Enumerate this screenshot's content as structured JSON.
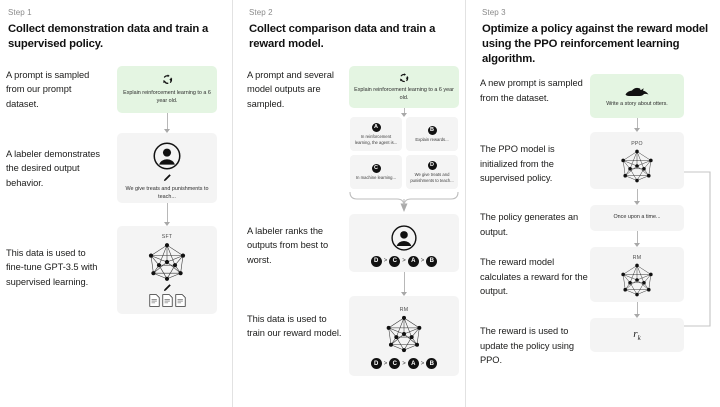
{
  "colors": {
    "prompt_box_green": "#e4f5e2",
    "card_gray": "#f4f4f4",
    "divider": "#e2e2e2",
    "arrow": "#b8b8b8",
    "badge": "#111111"
  },
  "steps": [
    {
      "step_label": "Step 1",
      "title": "Collect demonstration data and train a supervised policy.",
      "rows": [
        {
          "caption": "A prompt is sampled from our prompt dataset.",
          "card_text": "Explain reinforcement learning to a 6 year old.",
          "icon": "recycle-icon"
        },
        {
          "caption": "A labeler demonstrates the desired output behavior.",
          "card_text": "We give treats and punishments to teach...",
          "icon": "labeler-icon"
        },
        {
          "caption": "This data is used to fine-tune GPT-3.5 with supervised learning.",
          "net_label": "SFT",
          "icon": "neural-network-icon"
        }
      ]
    },
    {
      "step_label": "Step 2",
      "title": "Collect comparison data and train a reward model.",
      "rows": [
        {
          "caption": "A prompt and several model outputs are sampled.",
          "card_text": "Explain reinforcement learning to a 6 year old.",
          "icon": "recycle-icon",
          "outputs": [
            {
              "letter": "A",
              "text": "In reinforcement learning, the agent is..."
            },
            {
              "letter": "B",
              "text": "Explain rewards..."
            },
            {
              "letter": "C",
              "text": "In machine learning..."
            },
            {
              "letter": "D",
              "text": "We give treats and punishments to teach..."
            }
          ]
        },
        {
          "caption": "A labeler ranks the outputs from best to worst.",
          "icon": "labeler-icon",
          "ranking": [
            "D",
            "C",
            "A",
            "B"
          ],
          "ranking_separator": ">"
        },
        {
          "caption": "This data is used to train our reward model.",
          "net_label": "RM",
          "icon": "neural-network-icon",
          "ranking": [
            "D",
            "C",
            "A",
            "B"
          ],
          "ranking_separator": ">"
        }
      ]
    },
    {
      "step_label": "Step 3",
      "title": "Optimize a policy against the reward model using the PPO reinforcement learning algorithm.",
      "rows": [
        {
          "caption": "A new prompt is sampled from the dataset.",
          "card_text": "Write a story about otters.",
          "icon": "otter-icon"
        },
        {
          "caption": "The PPO model is initialized from the supervised policy.",
          "net_label": "PPO",
          "icon": "neural-network-icon"
        },
        {
          "caption": "The policy generates an output.",
          "card_text": "Once upon a time...",
          "icon": "text-output-icon"
        },
        {
          "caption": "The reward model calculates a reward for the output.",
          "net_label": "RM",
          "icon": "neural-network-icon"
        },
        {
          "caption": "The reward is used to update the policy using PPO.",
          "reward_symbol": "r",
          "reward_subscript": "k",
          "icon": "reward-value-icon"
        }
      ]
    }
  ]
}
